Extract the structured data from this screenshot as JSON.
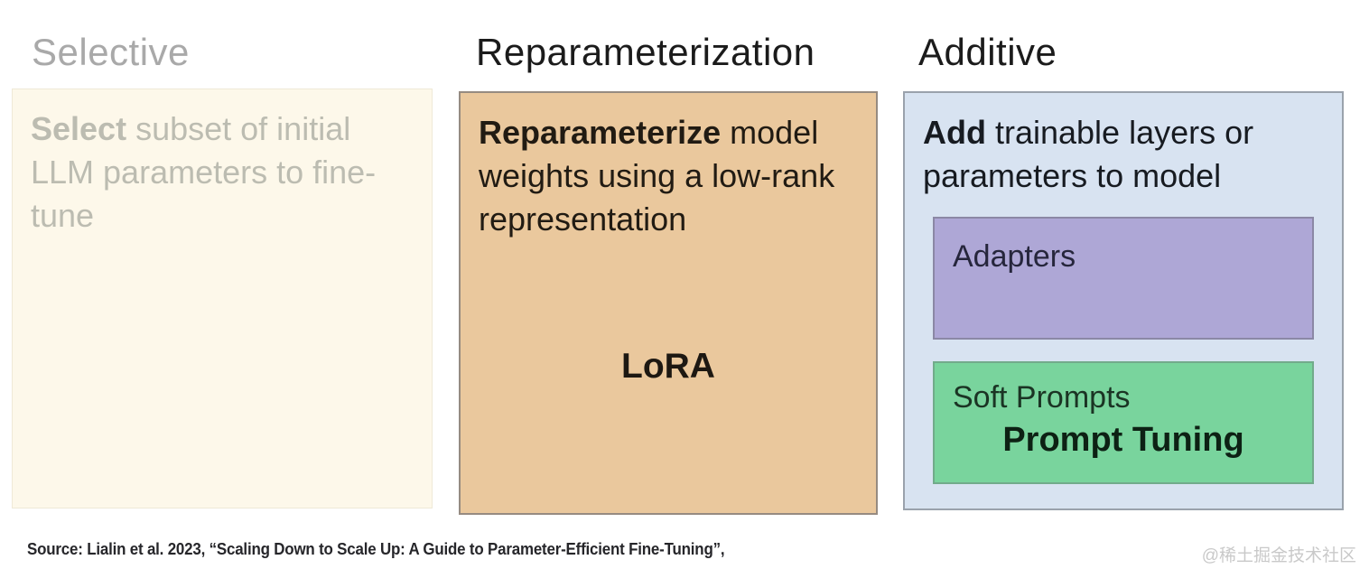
{
  "diagram": {
    "columns": [
      {
        "heading": "Selective",
        "lead": "Select",
        "rest": " subset of initial LLM parameters to fine-tune"
      },
      {
        "heading": "Reparameterization",
        "lead": "Reparameterize",
        "rest": " model weights using a low-rank representation",
        "method": "LoRA"
      },
      {
        "heading": "Additive",
        "lead": "Add",
        "rest": " trainable layers or parameters to model",
        "adapters_label": "Adapters",
        "soft_prompts_label": "Soft Prompts",
        "prompt_tuning_label": "Prompt Tuning"
      }
    ],
    "footer_source": "Source: Lialin et al. 2023, “Scaling Down to Scale Up: A Guide to Parameter-Efficient Fine-Tuning”,",
    "watermark": "@稀土掘金技术社区",
    "colors": {
      "selective_box_bg": "#fdf8ea",
      "selective_text": "#bcbcb1",
      "selective_heading": "#a9a9a9",
      "reparam_box_bg": "#eac89d",
      "reparam_border": "#968b81",
      "additive_box_bg": "#d8e3f1",
      "additive_border": "#9aa2ac",
      "adapters_bg": "#aea7d6",
      "soft_prompts_bg": "#79d49d",
      "dark_text": "#1b1b1b",
      "watermark_text": "#c9c9c9"
    }
  }
}
